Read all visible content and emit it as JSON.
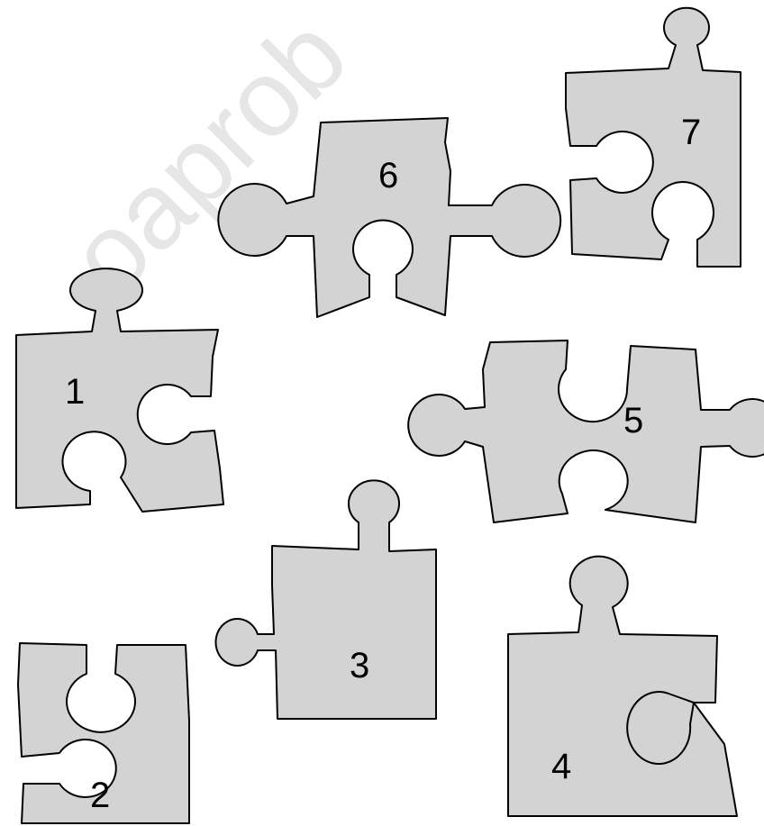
{
  "watermark": "oaprob",
  "colors": {
    "piece_fill": "#d3d3d3",
    "outline": "#000000",
    "background": "#ffffff"
  },
  "pieces": [
    {
      "number": "1"
    },
    {
      "number": "2"
    },
    {
      "number": "3"
    },
    {
      "number": "4"
    },
    {
      "number": "5"
    },
    {
      "number": "6"
    },
    {
      "number": "7"
    }
  ]
}
